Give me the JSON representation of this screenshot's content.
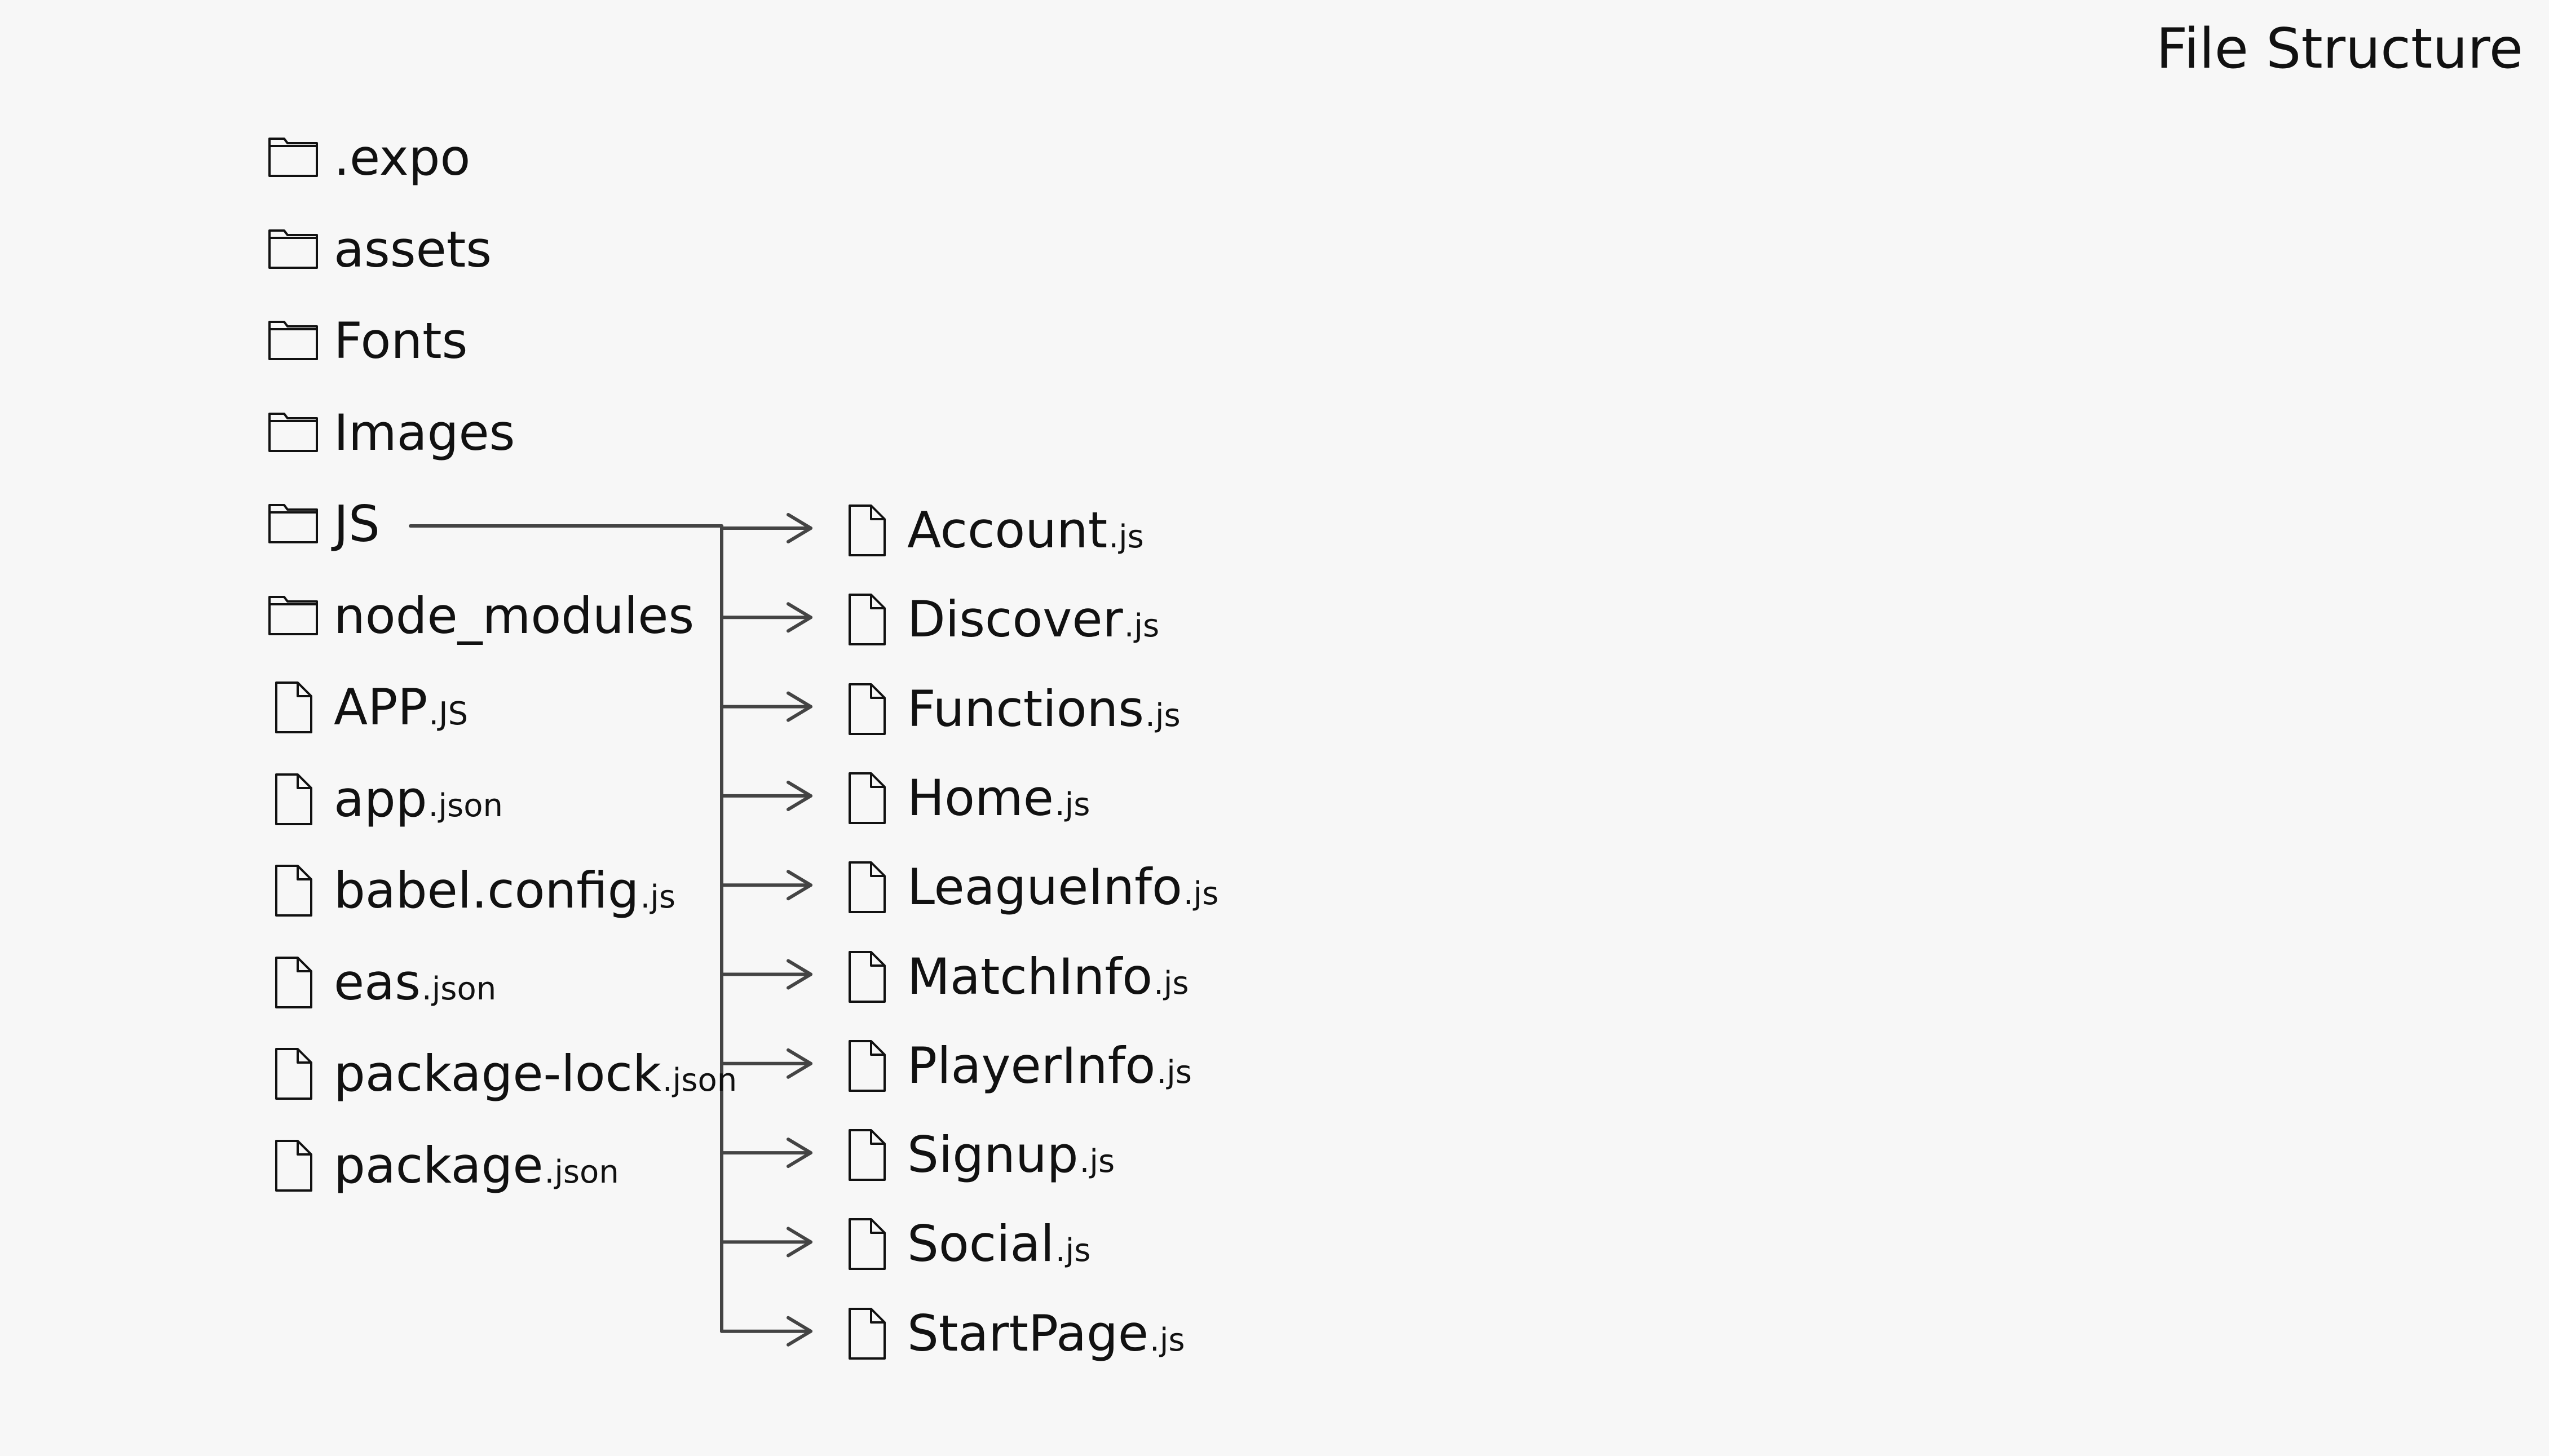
{
  "title": "File Structure",
  "root_items": [
    {
      "name": ".expo",
      "ext": "",
      "kind": "folder",
      "icon": "folder-icon"
    },
    {
      "name": "assets",
      "ext": "",
      "kind": "folder",
      "icon": "folder-icon"
    },
    {
      "name": "Fonts",
      "ext": "",
      "kind": "folder",
      "icon": "folder-icon"
    },
    {
      "name": "Images",
      "ext": "",
      "kind": "folder",
      "icon": "folder-icon"
    },
    {
      "name": "JS",
      "ext": "",
      "kind": "folder",
      "icon": "folder-icon"
    },
    {
      "name": "node_modules",
      "ext": "",
      "kind": "folder",
      "icon": "folder-icon"
    },
    {
      "name": "APP",
      "ext": ".JS",
      "kind": "file",
      "icon": "file-icon"
    },
    {
      "name": "app",
      "ext": ".json",
      "kind": "file",
      "icon": "file-icon"
    },
    {
      "name": "babel.config",
      "ext": ".js",
      "kind": "file",
      "icon": "file-icon"
    },
    {
      "name": "eas",
      "ext": ".json",
      "kind": "file",
      "icon": "file-icon"
    },
    {
      "name": "package-lock",
      "ext": ".json",
      "kind": "file",
      "icon": "file-icon"
    },
    {
      "name": "package",
      "ext": ".json",
      "kind": "file",
      "icon": "file-icon"
    }
  ],
  "js_children": [
    {
      "name": "Account",
      "ext": ".js",
      "kind": "file",
      "icon": "file-icon"
    },
    {
      "name": "Discover",
      "ext": ".js",
      "kind": "file",
      "icon": "file-icon"
    },
    {
      "name": "Functions",
      "ext": ".js",
      "kind": "file",
      "icon": "file-icon"
    },
    {
      "name": "Home",
      "ext": ".js",
      "kind": "file",
      "icon": "file-icon"
    },
    {
      "name": "LeagueInfo",
      "ext": ".js",
      "kind": "file",
      "icon": "file-icon"
    },
    {
      "name": "MatchInfo",
      "ext": ".js",
      "kind": "file",
      "icon": "file-icon"
    },
    {
      "name": "PlayerInfo",
      "ext": ".js",
      "kind": "file",
      "icon": "file-icon"
    },
    {
      "name": "Signup",
      "ext": ".js",
      "kind": "file",
      "icon": "file-icon"
    },
    {
      "name": "Social",
      "ext": ".js",
      "kind": "file",
      "icon": "file-icon"
    },
    {
      "name": "StartPage",
      "ext": ".js",
      "kind": "file",
      "icon": "file-icon"
    }
  ],
  "colors": {
    "background": "#f7f7f7",
    "text": "#111111",
    "connector": "#444444"
  }
}
